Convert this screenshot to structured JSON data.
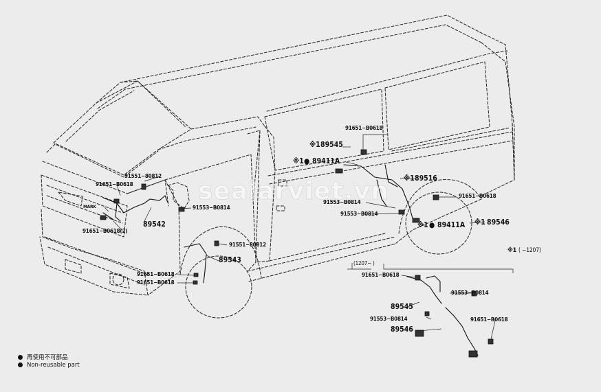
{
  "watermark": "sealarviet.vn",
  "note_symbol": "※1",
  "labels": {
    "p91651_top": "91651−B0618",
    "p89545_main": "89545",
    "p89411A_main": "89411A",
    "p89516": "89516",
    "p91651_right": "91651−B0618",
    "p91553_mid1": "91553−B0814",
    "p91553_mid2": "91553−B0814",
    "p89411A_right": "89411A",
    "p89546_main": "89546",
    "p91551_top": "91551−80812",
    "p91651_front": "91651−B0618",
    "mark": "MARK",
    "p91553_front": "91553−B0814",
    "p89542": "89542",
    "p91651_front2": "91651−B0618(2)",
    "p91551_mid": "91551−80812",
    "p89543": "89543",
    "p91651_low1": "91651−B0618",
    "p91651_low2": "91651−B0618"
  },
  "note_range": "(      −1207)",
  "inset": {
    "range": "(1207−      )",
    "p91651_a": "91651−B0618",
    "p89545": "89545",
    "p91553_a": "91553−B0814",
    "p89546": "89546",
    "p91553_b": "91553−B0814",
    "p91651_b": "91651−B0618"
  },
  "legend": {
    "reuse_jp": "再使用不可部品",
    "reuse_en": "Non-reusable part"
  }
}
